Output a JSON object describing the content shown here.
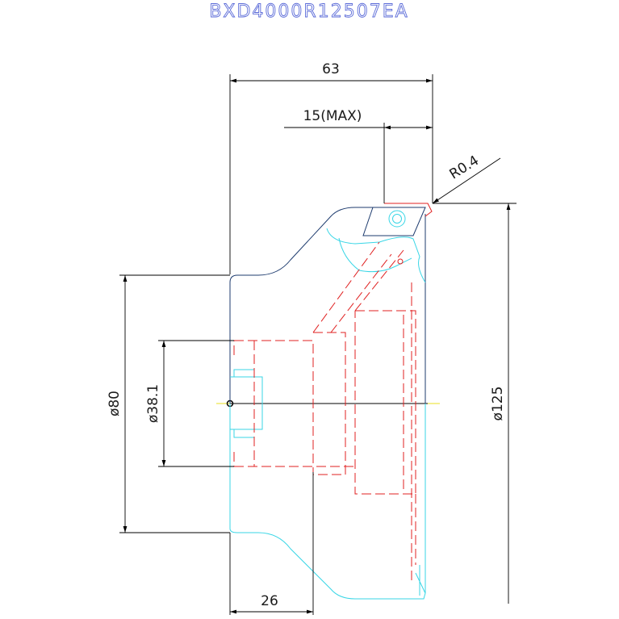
{
  "drawing": {
    "title": "BXD4000R12507EA",
    "dimensions": {
      "overall_length": "63",
      "max_depth": "15(MAX)",
      "corner_radius": "R0.4",
      "cutter_diameter": "ø125",
      "hub_diameter": "ø80",
      "bore_diameter": "ø38.1",
      "hub_length": "26"
    }
  },
  "colors": {
    "body_outline": "#1d3b6e",
    "lower_outline": "#38d6e6",
    "hidden_lines": "#e02020",
    "dimensions": "#000000",
    "title": "#5b6bd8"
  }
}
